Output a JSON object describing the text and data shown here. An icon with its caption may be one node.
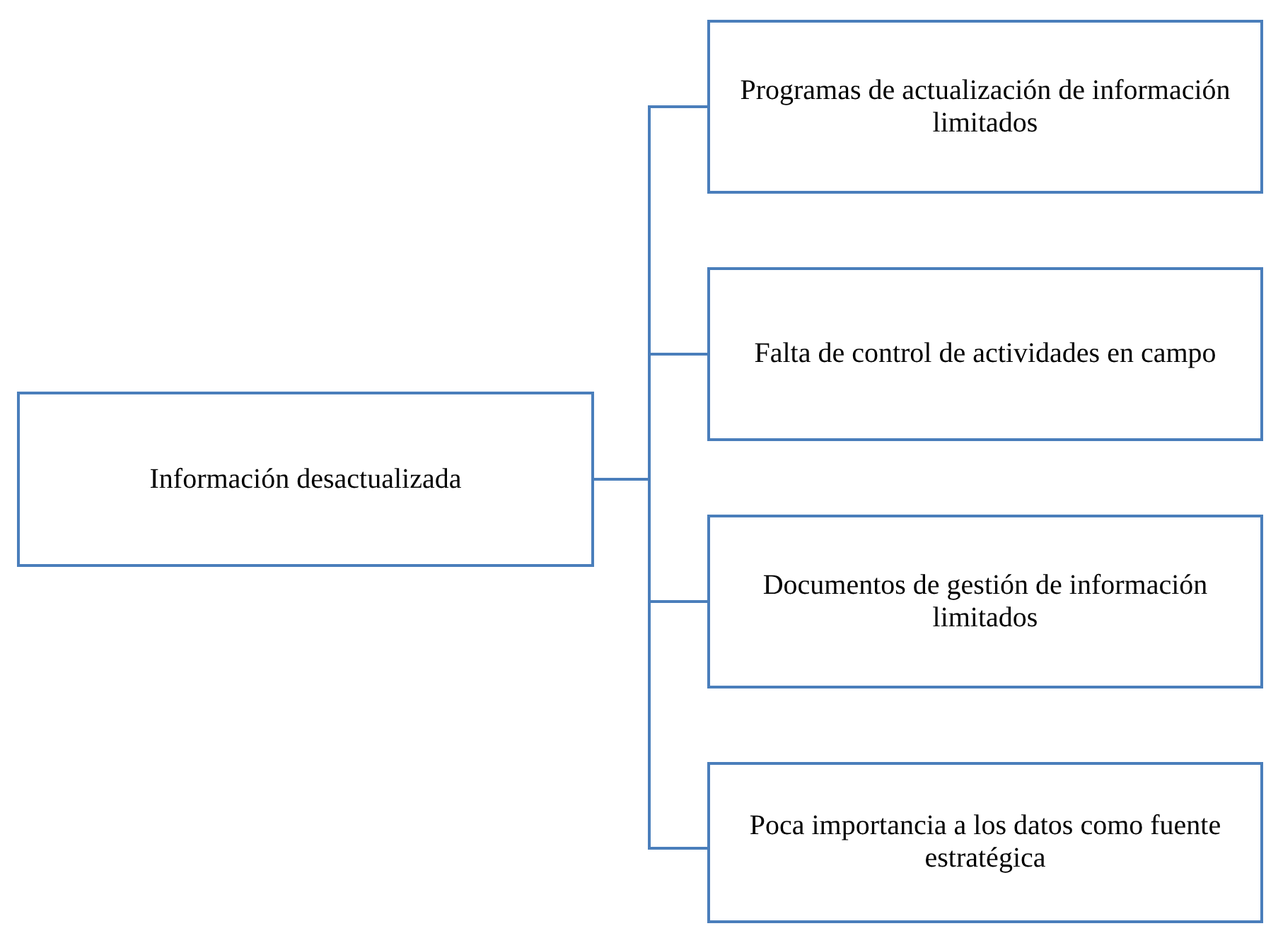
{
  "diagram": {
    "nodes": [
      {
        "text": [
          "Información desactualizada"
        ]
      },
      {
        "text": [
          "Programas de actualización de información limitados"
        ]
      },
      {
        "text": [
          "Falta de control de actividades en campo"
        ]
      },
      {
        "text": [
          "Documentos de gestión de información limitados"
        ]
      },
      {
        "text": [
          "Poca importancia a los datos como fuente estratégica"
        ]
      }
    ],
    "edges": [
      {
        "from": 0,
        "to": 1,
        "arrow": "none"
      },
      {
        "from": 0,
        "to": 2,
        "arrow": "none"
      },
      {
        "from": 0,
        "to": 3,
        "arrow": "none"
      },
      {
        "from": 0,
        "to": 4,
        "arrow": "none"
      }
    ]
  }
}
